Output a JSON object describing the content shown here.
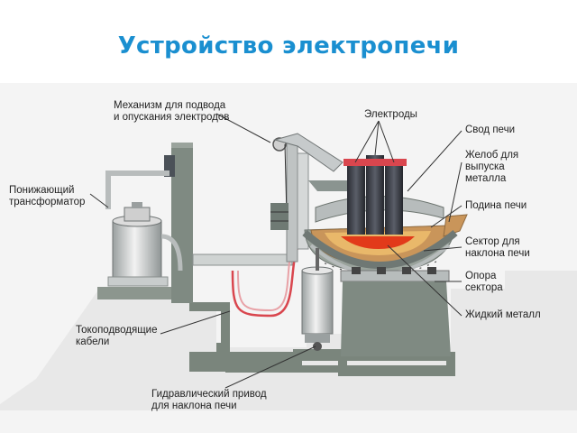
{
  "title": "Устройство электропечи",
  "labels": {
    "mechanism_line1": "Механизм для подвода",
    "mechanism_line2": "и опускания электродов",
    "electrodes": "Электроды",
    "roof": "Свод печи",
    "spout_line1": "Желоб для",
    "spout_line2": "выпуска",
    "spout_line3": "металла",
    "hearth": "Подина печи",
    "sector_line1": "Сектор для",
    "sector_line2": "наклона печи",
    "support_line1": "Опора",
    "support_line2": "сектора",
    "liquid_metal": "Жидкий металл",
    "transformer_line1": "Понижающий",
    "transformer_line2": "трансформатор",
    "cables_line1": "Токоподводящие",
    "cables_line2": "кабели",
    "hydraulic_line1": "Гидравлический привод",
    "hydraulic_line2": "для наклона печи"
  },
  "colors": {
    "title": "#1a8fd0",
    "concrete": "#7a857c",
    "metal": "#d9d9d9",
    "electrode": "#3a3d45",
    "brick": "#c9955a",
    "molten": "#e23a1a",
    "cable": "#d9464e"
  }
}
